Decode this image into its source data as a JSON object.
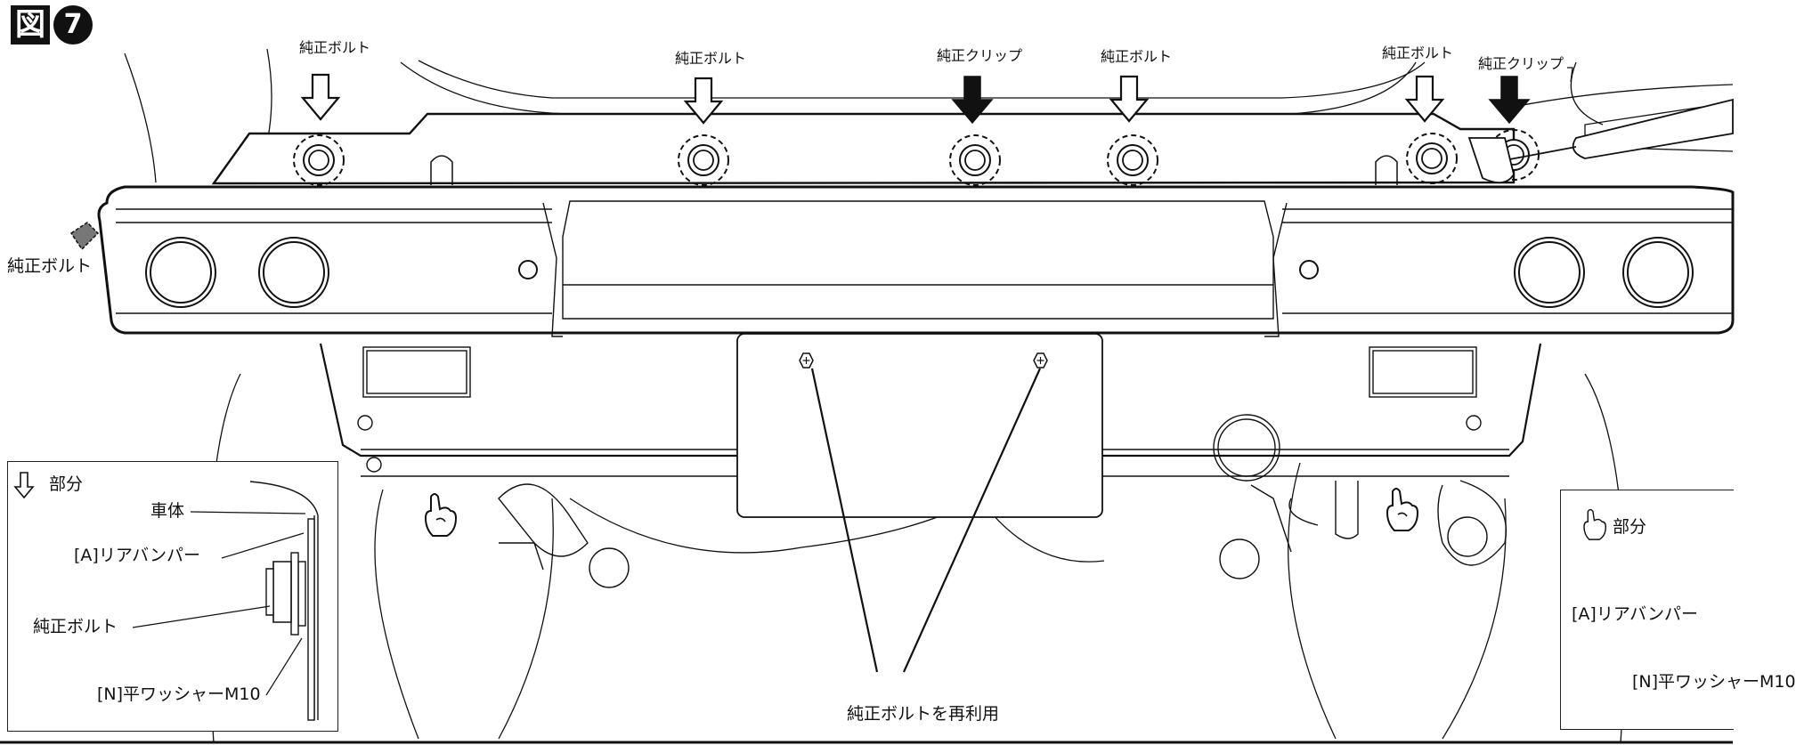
{
  "figure": {
    "kanji": "図",
    "number": "7"
  },
  "labels": {
    "top_bolt_1": "純正ボルト",
    "top_bolt_2": "純正ボルト",
    "top_clip_1": "純正クリップ",
    "top_bolt_3": "純正ボルト",
    "top_bolt_4": "純正ボルト",
    "top_clip_2": "純正クリップ",
    "side_bolt": "純正ボルト",
    "reuse_bolts": "純正ボルトを再利用"
  },
  "inset_left": {
    "title": "部分",
    "body": "車体",
    "bumper": "[A]リアバンパー",
    "bolt": "純正ボルト",
    "washer": "[N]平ワッシャーM10"
  },
  "inset_right": {
    "title": "部分",
    "bumper": "[A]リアバンパー",
    "washer": "[N]平ワッシャーM10"
  },
  "markers": {
    "arrow_icon": "outline-down-arrow-icon",
    "clip_icon": "solid-down-arrow-icon",
    "hand_icon": "pointing-hand-icon"
  },
  "colors": {
    "line": "#111111",
    "background": "#ffffff"
  }
}
